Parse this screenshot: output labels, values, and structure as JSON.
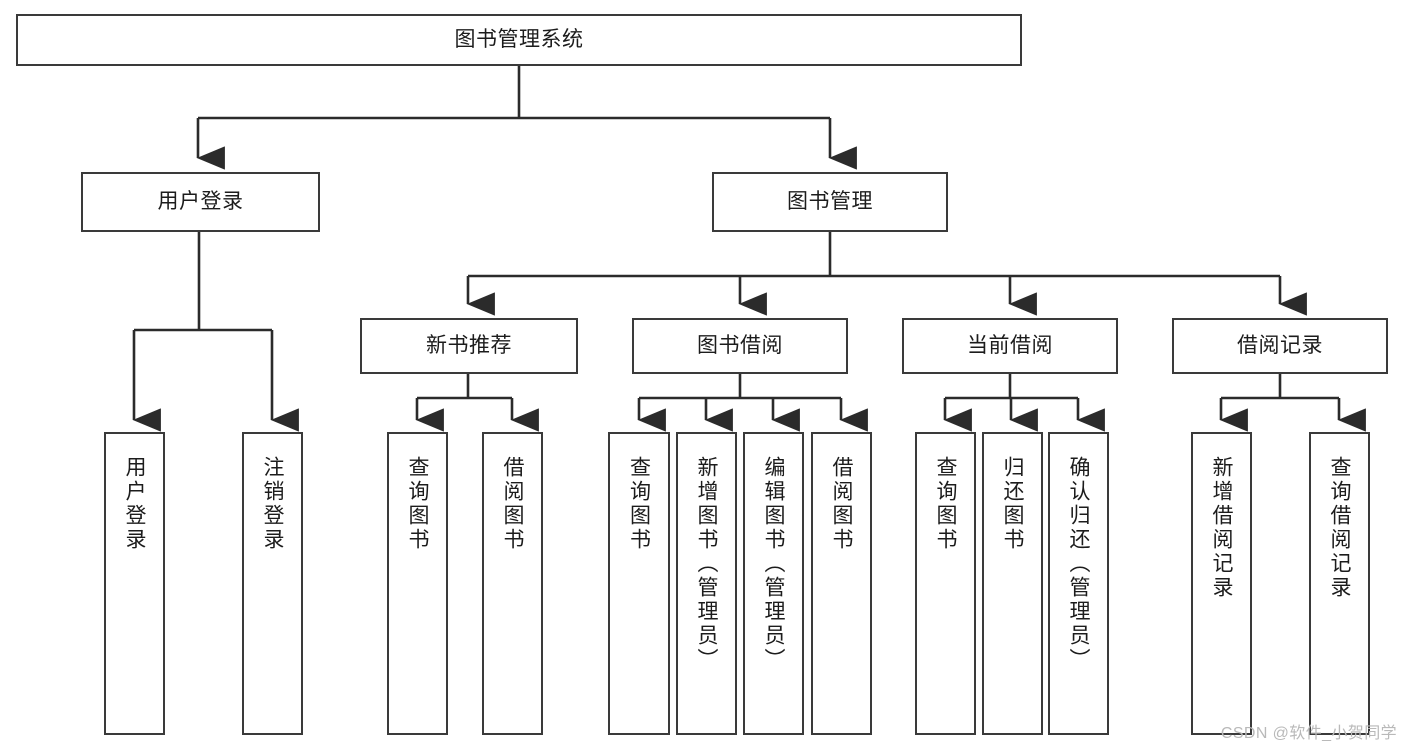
{
  "diagram": {
    "title": "图书管理系统",
    "type": "tree-hierarchy",
    "watermark": "CSDN @软件_小贺同学",
    "colors": {
      "box_border": "#3a3a3a",
      "box_fill": "#ffffff",
      "edge": "#2b2b2b",
      "text": "#1c1c1c",
      "watermark": "#b9b9b9",
      "background": "#ffffff"
    },
    "nodes": {
      "root": {
        "label": "图书管理系统"
      },
      "level2": [
        {
          "id": "user-login",
          "label": "用户登录"
        },
        {
          "id": "book-manage",
          "label": "图书管理"
        }
      ],
      "level3": [
        {
          "id": "new-book-recommend",
          "label": "新书推荐"
        },
        {
          "id": "book-borrow",
          "label": "图书借阅"
        },
        {
          "id": "current-borrow",
          "label": "当前借阅"
        },
        {
          "id": "borrow-record",
          "label": "借阅记录"
        }
      ],
      "leaves": {
        "user-login": [
          {
            "id": "leaf-user-login",
            "label": "用户登录"
          },
          {
            "id": "leaf-logout-login",
            "label": "注销登录"
          }
        ],
        "new-book-recommend": [
          {
            "id": "leaf-query-book-1",
            "label": "查询图书"
          },
          {
            "id": "leaf-borrow-book-1",
            "label": "借阅图书"
          }
        ],
        "book-borrow": [
          {
            "id": "leaf-query-book-2",
            "label": "查询图书"
          },
          {
            "id": "leaf-add-book",
            "label": "新增图书（管理员）"
          },
          {
            "id": "leaf-edit-book",
            "label": "编辑图书（管理员）"
          },
          {
            "id": "leaf-borrow-book-2",
            "label": "借阅图书"
          }
        ],
        "current-borrow": [
          {
            "id": "leaf-query-book-3",
            "label": "查询图书"
          },
          {
            "id": "leaf-return-book",
            "label": "归还图书"
          },
          {
            "id": "leaf-confirm-return",
            "label": "确认归还（管理员）"
          }
        ],
        "borrow-record": [
          {
            "id": "leaf-add-record",
            "label": "新增借阅记录"
          },
          {
            "id": "leaf-query-record",
            "label": "查询借阅记录"
          }
        ]
      }
    }
  }
}
